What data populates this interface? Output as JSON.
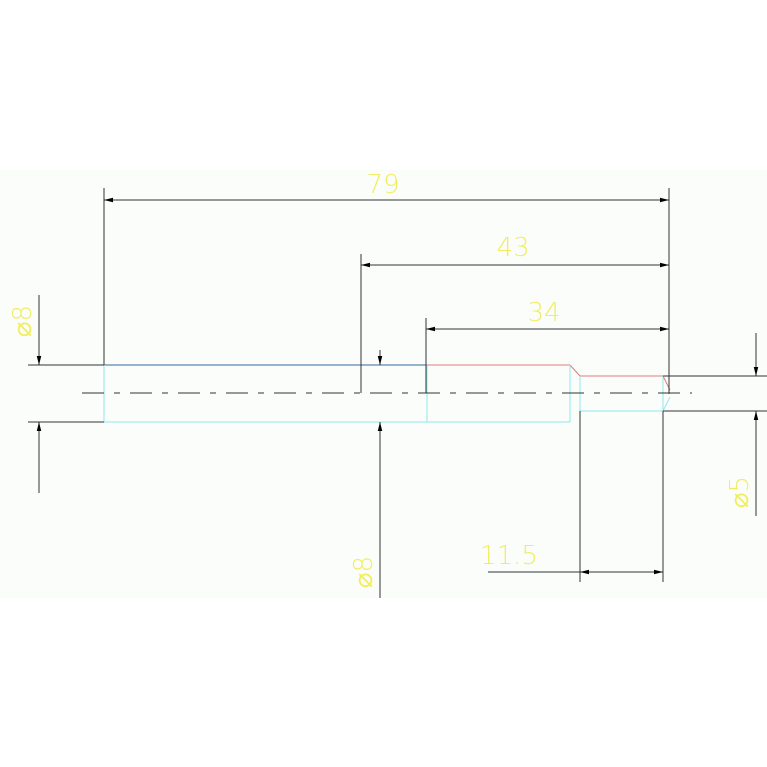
{
  "drawing": {
    "background": "#fbfdfb",
    "line_color": "#222222",
    "dim_text_color": "#f0ee60",
    "outline_cyan": "#8fe6ee",
    "outline_red": "#e07a7a",
    "outline_blue": "#336699",
    "dimensions": {
      "overall_length": "79",
      "length_43": "43",
      "length_34": "34",
      "length_11_5": "11.5",
      "diameter_left": "⌀8",
      "diameter_mid": "⌀8",
      "diameter_right": "⌀5"
    }
  }
}
